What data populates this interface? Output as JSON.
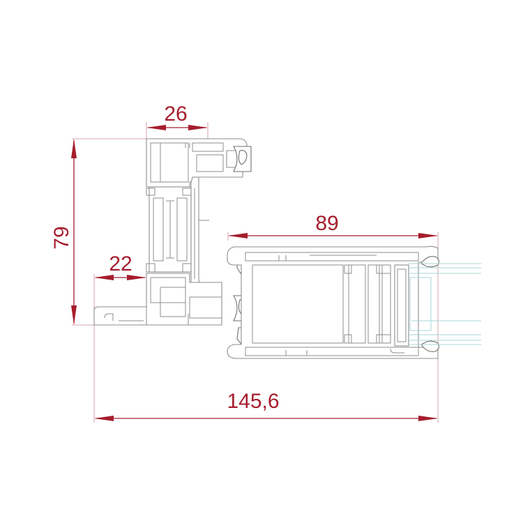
{
  "dimensions": {
    "top_width": "26",
    "height": "79",
    "step_width": "22",
    "sash_width": "89",
    "total_width": "145,6"
  },
  "colors": {
    "dimension": "#a51d2d",
    "profile_stroke": "#8e8e8e",
    "glass": "#a9d4d6"
  }
}
